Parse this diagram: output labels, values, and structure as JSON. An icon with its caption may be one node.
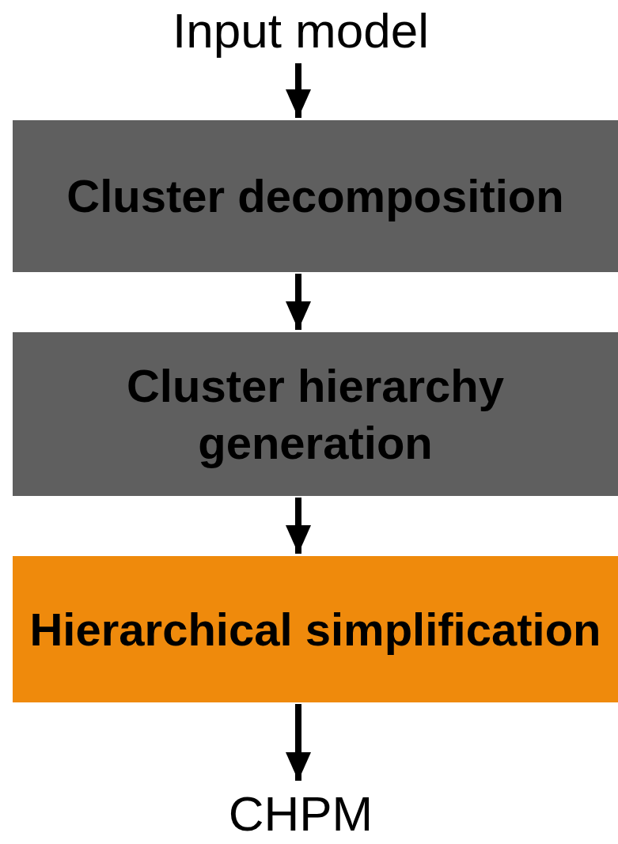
{
  "diagram": {
    "nodes": [
      {
        "text": [
          "Input model"
        ]
      },
      {
        "text": [
          "Cluster decomposition"
        ]
      },
      {
        "text": [
          "Cluster hierarchy generation"
        ]
      },
      {
        "text": [
          "Hierarchical simplification"
        ]
      },
      {
        "text": [
          "CHPM"
        ]
      }
    ],
    "edges": [
      {
        "from": 0,
        "to": 1,
        "arrow": "to"
      },
      {
        "from": 1,
        "to": 2,
        "arrow": "to"
      },
      {
        "from": 2,
        "to": 3,
        "arrow": "to"
      },
      {
        "from": 3,
        "to": 4,
        "arrow": "to"
      }
    ]
  }
}
